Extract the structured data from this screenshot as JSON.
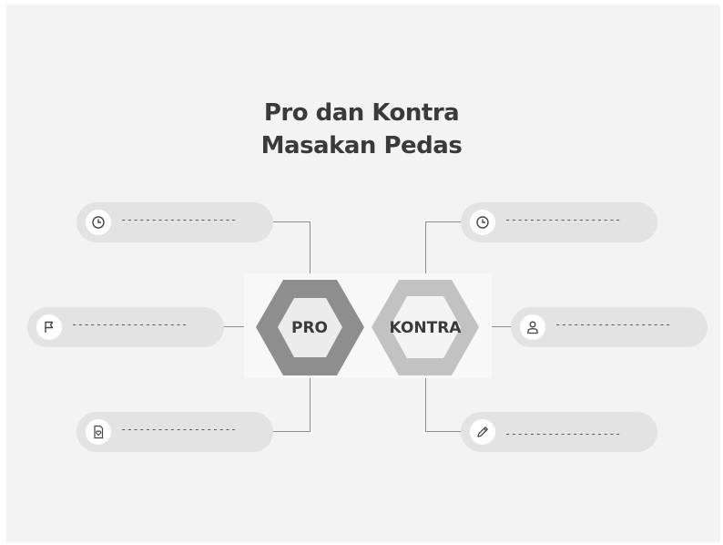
{
  "title": {
    "line1": "Pro dan Kontra",
    "line2": "Masakan Pedas"
  },
  "hex_pro": {
    "label": "PRO"
  },
  "hex_kontra": {
    "label": "KONTRA"
  },
  "pro_items": [
    {
      "icon": "clock-icon",
      "text": "-------------------"
    },
    {
      "icon": "flag-icon",
      "text": "-------------------"
    },
    {
      "icon": "document-heart-icon",
      "text": "-------------------"
    }
  ],
  "kontra_items": [
    {
      "icon": "clock-icon",
      "text": "-------------------"
    },
    {
      "icon": "user-icon",
      "text": "-------------------"
    },
    {
      "icon": "pencil-icon",
      "text": "-------------------"
    }
  ],
  "colors": {
    "background": "#f3f3f3",
    "pill": "#e3e3e3",
    "pro_outer": "#8e8e8e",
    "pro_inner": "#ececec",
    "kontra_outer": "#c2c2c2",
    "kontra_inner": "#f4f4f4",
    "connector": "#8e8e8e",
    "text": "#3a3a3a"
  }
}
